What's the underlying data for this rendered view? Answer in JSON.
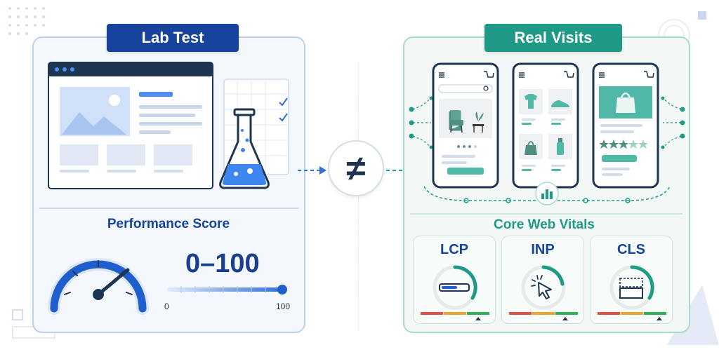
{
  "left_panel": {
    "title": "Lab Test",
    "score_title": "Performance Score",
    "score_range": "0–100",
    "scale_min": "0",
    "scale_max": "100"
  },
  "right_panel": {
    "title": "Real Visits",
    "vitals_title": "Core Web Vitals",
    "vitals": [
      {
        "label": "LCP",
        "icon": "loading-bar-icon"
      },
      {
        "label": "INP",
        "icon": "pointer-click-icon"
      },
      {
        "label": "CLS",
        "icon": "layout-shift-icon"
      }
    ]
  },
  "center_symbol": "≠",
  "colors": {
    "navy": "#17439c",
    "blue": "#2f6fd6",
    "teal": "#1f9a87",
    "good": "#2bb157",
    "needs_improvement": "#f0a530",
    "poor": "#e05043"
  }
}
